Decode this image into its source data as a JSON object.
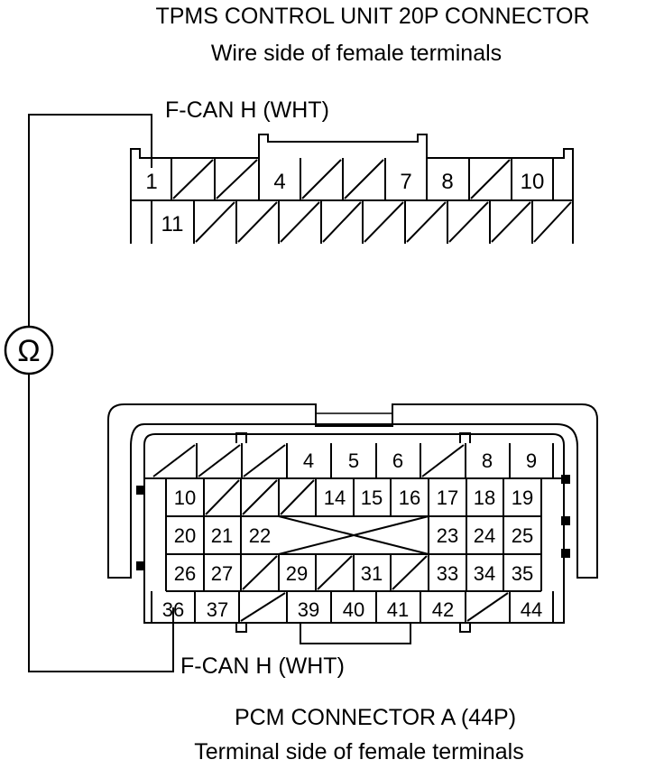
{
  "top_connector": {
    "title": "TPMS CONTROL UNIT 20P CONNECTOR",
    "subtitle": "Wire side of female terminals",
    "wire_label": "F-CAN H (WHT)",
    "row1": [
      "1",
      "",
      "",
      "4",
      "",
      "",
      "7",
      "8",
      "",
      "10",
      ""
    ],
    "row2": [
      "",
      "11",
      "",
      "",
      "",
      "",
      "",
      "",
      "",
      "",
      ""
    ]
  },
  "bottom_connector": {
    "title": "PCM CONNECTOR A (44P)",
    "subtitle": "Terminal side of female terminals",
    "wire_label": "F-CAN H (WHT)",
    "row1": [
      "",
      "",
      "",
      "4",
      "5",
      "6",
      "",
      "8",
      "9"
    ],
    "row2": [
      "10",
      "",
      "",
      "",
      "14",
      "15",
      "16",
      "17",
      "18",
      "19"
    ],
    "row3": [
      "20",
      "21",
      "22",
      "23",
      "24",
      "25"
    ],
    "row4": [
      "26",
      "27",
      "",
      "29",
      "",
      "31",
      "",
      "33",
      "34",
      "35"
    ],
    "row5": [
      "36",
      "37",
      "",
      "39",
      "40",
      "41",
      "42",
      "",
      "44"
    ]
  },
  "meter": {
    "symbol": "Ω",
    "icon": "ohmmeter-icon"
  }
}
